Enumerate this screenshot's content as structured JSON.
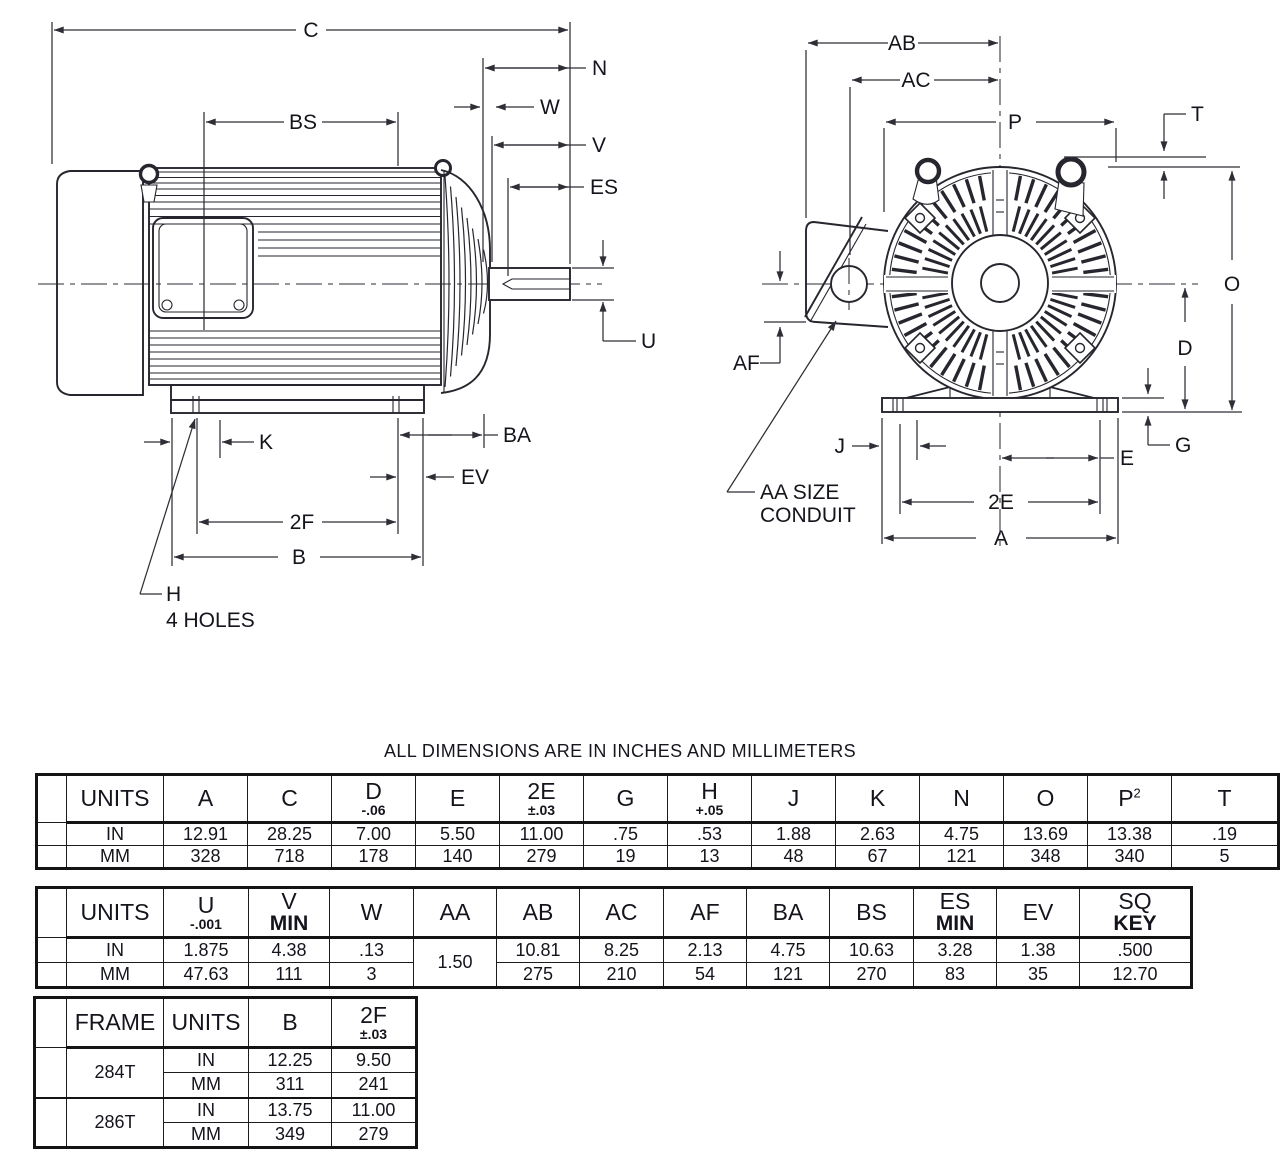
{
  "note": "ALL DIMENSIONS ARE IN INCHES AND MILLIMETERS",
  "drawing": {
    "side_view": {
      "c": "C",
      "n": "N",
      "w": "W",
      "bs": "BS",
      "v": "V",
      "es": "ES",
      "u": "U",
      "k": "K",
      "ba": "BA",
      "ev": "EV",
      "f2": "2F",
      "b": "B",
      "h": "H",
      "holes": "4 HOLES"
    },
    "end_view": {
      "ab": "AB",
      "ac": "AC",
      "p": "P",
      "t": "T",
      "o": "O",
      "d": "D",
      "af": "AF",
      "j": "J",
      "e": "E",
      "g": "G",
      "e2": "2E",
      "a": "A",
      "conduit1": "AA SIZE",
      "conduit2": "CONDUIT"
    }
  },
  "table_dims_1": {
    "headers": [
      {
        "t": "UNITS"
      },
      {
        "t": "A"
      },
      {
        "t": "C"
      },
      {
        "t": "D",
        "b": "-.06",
        "small": true
      },
      {
        "t": "E"
      },
      {
        "t": "2E",
        "b": "±.03",
        "small": true
      },
      {
        "t": "G"
      },
      {
        "t": "H",
        "b": "+.05",
        "small": true
      },
      {
        "t": "J"
      },
      {
        "t": "K"
      },
      {
        "t": "N"
      },
      {
        "t": "O"
      },
      {
        "t": "P",
        "sup": "2"
      },
      {
        "t": "T"
      }
    ],
    "rows": [
      {
        "units": "IN",
        "values": [
          "12.91",
          "28.25",
          "7.00",
          "5.50",
          "11.00",
          ".75",
          ".53",
          "1.88",
          "2.63",
          "4.75",
          "13.69",
          "13.38",
          ".19"
        ]
      },
      {
        "units": "MM",
        "values": [
          "328",
          "718",
          "178",
          "140",
          "279",
          "19",
          "13",
          "48",
          "67",
          "121",
          "348",
          "340",
          "5"
        ]
      }
    ]
  },
  "table_dims_2": {
    "headers": [
      {
        "t": "UNITS"
      },
      {
        "t": "U",
        "b": "-.001",
        "small": true
      },
      {
        "t": "V",
        "b": "MIN"
      },
      {
        "t": "W"
      },
      {
        "t": "AA"
      },
      {
        "t": "AB"
      },
      {
        "t": "AC"
      },
      {
        "t": "AF"
      },
      {
        "t": "BA"
      },
      {
        "t": "BS"
      },
      {
        "t": "ES",
        "b": "MIN"
      },
      {
        "t": "EV"
      },
      {
        "t": "SQ",
        "b": "KEY"
      }
    ],
    "aa_shared_value": "1.50",
    "aa_col_index": 3,
    "rows": [
      {
        "units": "IN",
        "values": [
          "1.875",
          "4.38",
          ".13",
          "10.81",
          "8.25",
          "2.13",
          "4.75",
          "10.63",
          "3.28",
          "1.38",
          ".500"
        ]
      },
      {
        "units": "MM",
        "values": [
          "47.63",
          "111",
          "3",
          "275",
          "210",
          "54",
          "121",
          "270",
          "83",
          "35",
          "12.70"
        ]
      }
    ]
  },
  "table_frames": {
    "headers": [
      {
        "t": "FRAME"
      },
      {
        "t": "UNITS"
      },
      {
        "t": "B"
      },
      {
        "t": "2F",
        "b": "±.03",
        "small": true
      }
    ],
    "groups": [
      {
        "frame": "284T",
        "rows": [
          {
            "units": "IN",
            "b": "12.25",
            "f2": "9.50"
          },
          {
            "units": "MM",
            "b": "311",
            "f2": "241"
          }
        ]
      },
      {
        "frame": "286T",
        "rows": [
          {
            "units": "IN",
            "b": "13.75",
            "f2": "11.00"
          },
          {
            "units": "MM",
            "b": "349",
            "f2": "279"
          }
        ]
      }
    ]
  }
}
